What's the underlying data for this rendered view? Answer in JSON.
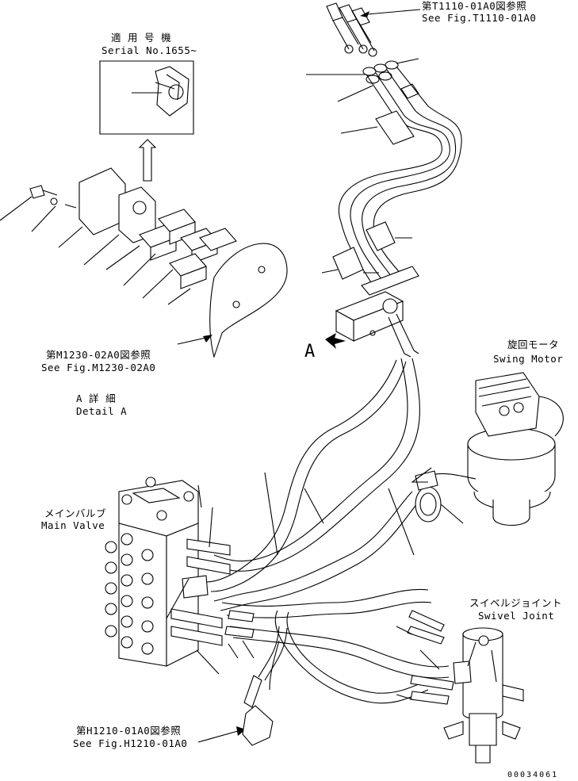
{
  "labels": {
    "ref_t1110_jp": "第T1110-01A0図参照",
    "ref_t1110_en": "See Fig.T1110-01A0",
    "serial_jp": "適 用 号 機",
    "serial_en": "Serial No.1655~",
    "ref_m1230_jp": "第M1230-02A0図参照",
    "ref_m1230_en": "See Fig.M1230-02A0",
    "detail_jp": "A  詳  細",
    "detail_en": "Detail A",
    "view_a": "A",
    "swing_motor_jp": "旋回モータ",
    "swing_motor_en": "Swing Motor",
    "main_valve_jp": "メインバルブ",
    "main_valve_en": "Main Valve",
    "swivel_jp": "スイベルジョイント",
    "swivel_en": "Swivel Joint",
    "ref_h1210_jp": "第H1210-01A0図参照",
    "ref_h1210_en": "See Fig.H1210-01A0",
    "drawing_no": "00034061"
  },
  "icons": [
    "arrow-up-icon",
    "view-arrow-icon",
    "leader-arrow-icon"
  ]
}
